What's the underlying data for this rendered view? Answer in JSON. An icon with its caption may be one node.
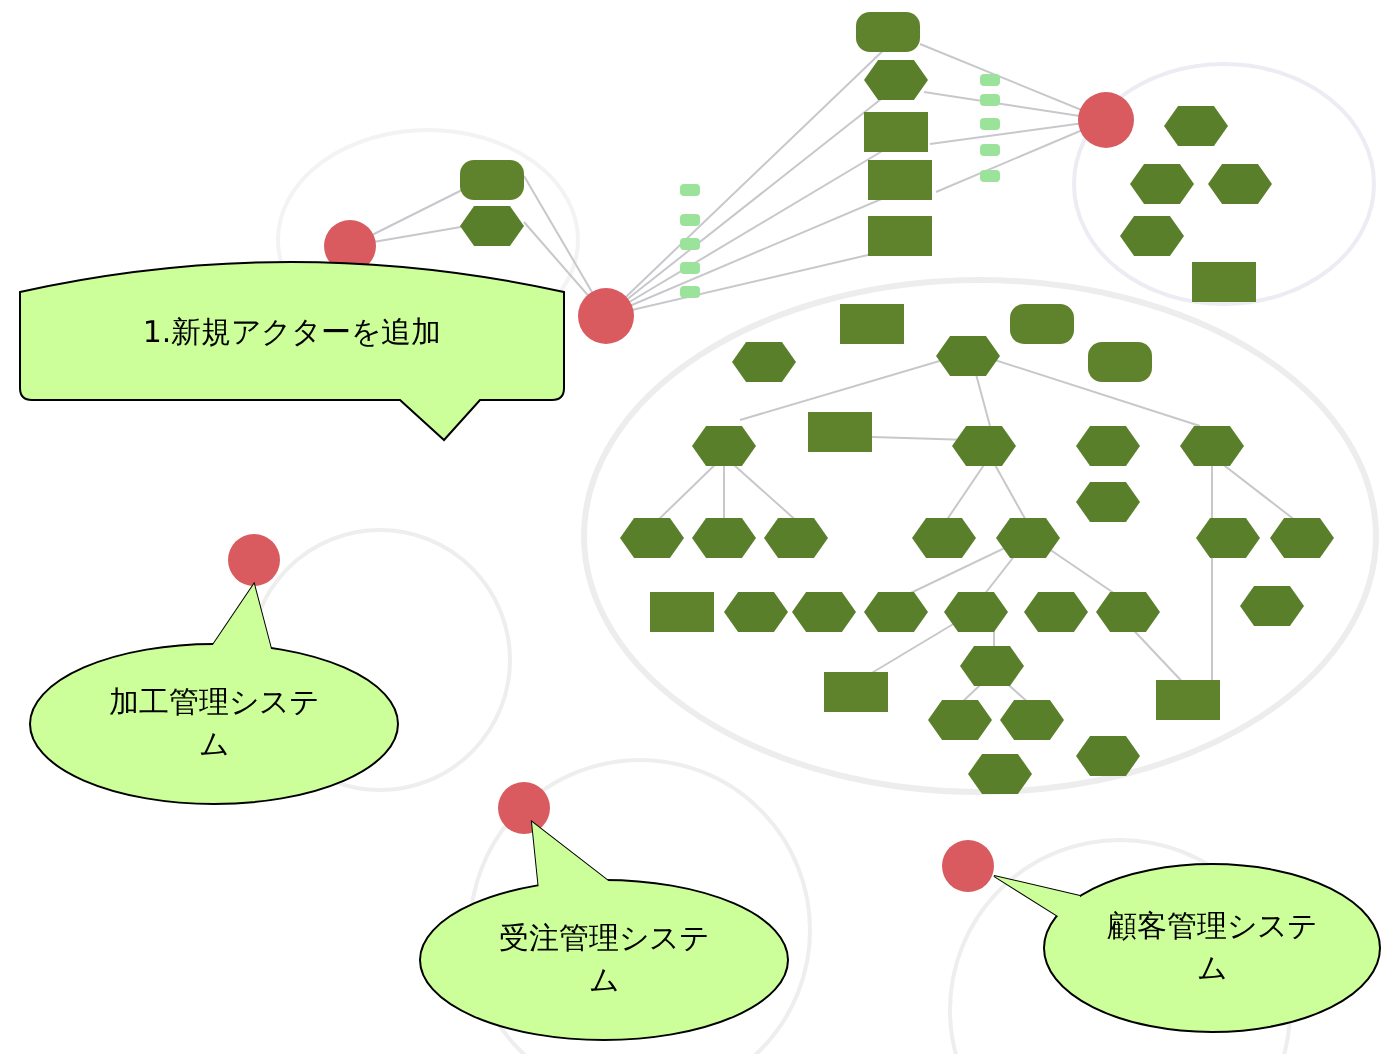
{
  "diagram": {
    "nodes": [
      {
        "text": [
          "1.新規アクターを追加"
        ]
      },
      {
        "text": [
          "加工管理システム"
        ]
      },
      {
        "text": [
          "受注管理システム"
        ]
      },
      {
        "text": [
          "顧客管理システム"
        ]
      }
    ]
  }
}
